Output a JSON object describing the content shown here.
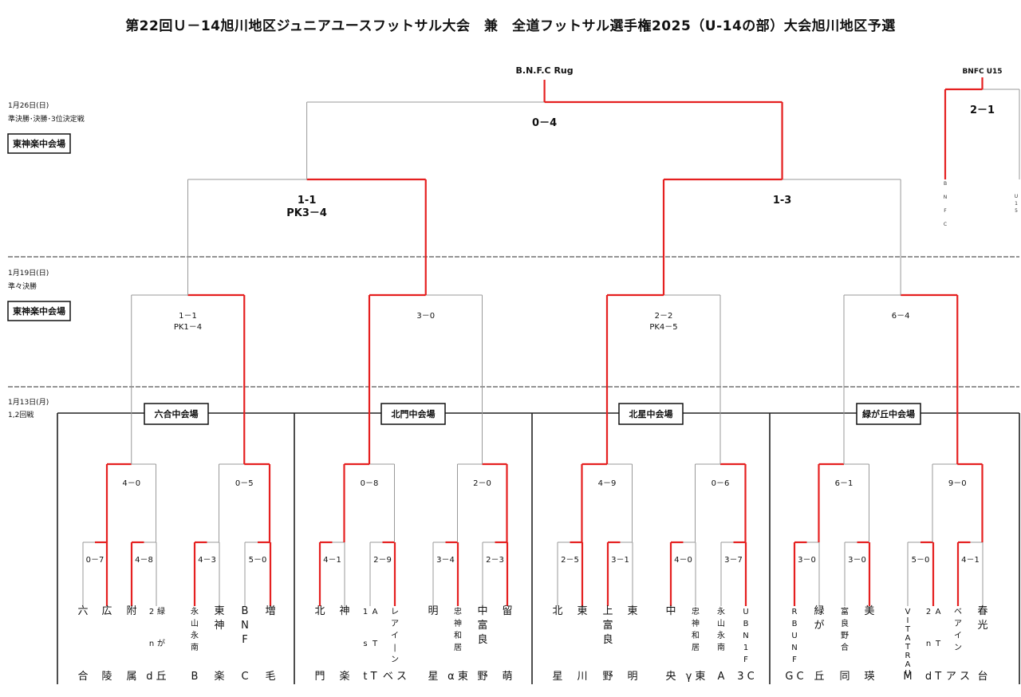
{
  "title": "第22回Ｕ－14旭川地区ジュニアユースフットサル大会　兼　全道フットサル選手権2025（U-14の部）大会旭川地区予選",
  "champion_label": "B.N.F.C Rug",
  "side_champion_label": "BNFC U15",
  "side_score": "2－1",
  "side_teams": [
    "B",
    "N",
    "F",
    "C",
    "U",
    "1",
    "5"
  ],
  "rounds": [
    {
      "date": "1月26日(日)",
      "desc": "準決勝･決勝･3位決定戦",
      "venue": "東神楽中会場"
    },
    {
      "date": "1月19日(日)",
      "desc": "準々決勝",
      "venue": "東神楽中会場"
    },
    {
      "date": "1月13日(月)",
      "desc": "1,2回戦",
      "venue": ""
    }
  ],
  "venues": [
    "六合中会場",
    "北門中会場",
    "北星中会場",
    "緑が丘中会場"
  ],
  "final_score": "0－4",
  "semi_scores": [
    {
      "line1": "1-1",
      "line2": "PK3－4"
    },
    {
      "line1": "1-3",
      "line2": ""
    }
  ],
  "qf_scores": [
    {
      "line1": "1－1",
      "line2": "PK1－4"
    },
    {
      "line1": "3－0",
      "line2": ""
    },
    {
      "line1": "2－2",
      "line2": "PK4－5"
    },
    {
      "line1": "6－4",
      "line2": ""
    }
  ],
  "r2_scores": [
    "4－0",
    "0－5",
    "0－8",
    "2－0",
    "4－9",
    "0－6",
    "6－1",
    "9－0"
  ],
  "r1_scores": [
    "0－7",
    "4－8",
    "4－3",
    "5－0",
    "4－1",
    "2－9",
    "3－4",
    "2－3",
    "2－5",
    "3－1",
    "4－0",
    "3－7",
    "3－0",
    "3－0",
    "5－0",
    "4－1"
  ],
  "teams": [
    {
      "top": [
        "六"
      ],
      "bottom": "合"
    },
    {
      "top": [
        "広"
      ],
      "bottom": "陵"
    },
    {
      "top": [
        "附"
      ],
      "bottom": "属"
    },
    {
      "top": [
        "2",
        "緑",
        "n",
        "が"
      ],
      "bottom": "d 丘"
    },
    {
      "top": [
        "永",
        "山",
        "永",
        "南"
      ],
      "bottom": "B"
    },
    {
      "top": [
        "東",
        "神"
      ],
      "bottom": "楽"
    },
    {
      "top": [
        "B",
        "N",
        "F"
      ],
      "bottom": "C"
    },
    {
      "top": [
        "増"
      ],
      "bottom": "毛"
    },
    {
      "top": [
        "北"
      ],
      "bottom": "門"
    },
    {
      "top": [
        "神"
      ],
      "bottom": "楽"
    },
    {
      "top": [
        "1",
        "A",
        "s",
        "T"
      ],
      "bottom": "t T"
    },
    {
      "top": [
        "レ",
        "ア",
        "イ",
        "|",
        "ン"
      ],
      "bottom": "ベ ス"
    },
    {
      "top": [
        "明"
      ],
      "bottom": "星"
    },
    {
      "top": [
        "忠",
        "神",
        "和",
        "居"
      ],
      "bottom": "α 東"
    },
    {
      "top": [
        "中",
        "富",
        "良"
      ],
      "bottom": "野"
    },
    {
      "top": [
        "留"
      ],
      "bottom": "萌"
    },
    {
      "top": [
        "北"
      ],
      "bottom": "星"
    },
    {
      "top": [
        "東"
      ],
      "bottom": "川"
    },
    {
      "top": [
        "上",
        "富",
        "良"
      ],
      "bottom": "野"
    },
    {
      "top": [
        "東"
      ],
      "bottom": "明"
    },
    {
      "top": [
        "中"
      ],
      "bottom": "央"
    },
    {
      "top": [
        "忠",
        "神",
        "和",
        "居"
      ],
      "bottom": "γ 東"
    },
    {
      "top": [
        "永",
        "山",
        "永",
        "南"
      ],
      "bottom": "A"
    },
    {
      "top": [
        "U",
        "B",
        "N",
        "1",
        "F"
      ],
      "bottom": "3 C"
    },
    {
      "top": [
        "R",
        "B",
        "U",
        "N",
        "F"
      ],
      "bottom": "G C"
    },
    {
      "top": [
        "緑",
        "が"
      ],
      "bottom": "丘"
    },
    {
      "top": [
        "富",
        "良",
        "野",
        "合"
      ],
      "bottom": "同"
    },
    {
      "top": [
        "美"
      ],
      "bottom": "瑛"
    },
    {
      "top": [
        "V",
        "I",
        "T",
        "A",
        "T",
        "R",
        "A",
        "U"
      ],
      "bottom": "M"
    },
    {
      "top": [
        "2",
        "A",
        "n",
        "T"
      ],
      "bottom": "d T"
    },
    {
      "top": [
        "ベ",
        "ア",
        "イ",
        "ン"
      ],
      "bottom": "ア ス"
    },
    {
      "top": [
        "春",
        "光"
      ],
      "bottom": "台"
    }
  ]
}
